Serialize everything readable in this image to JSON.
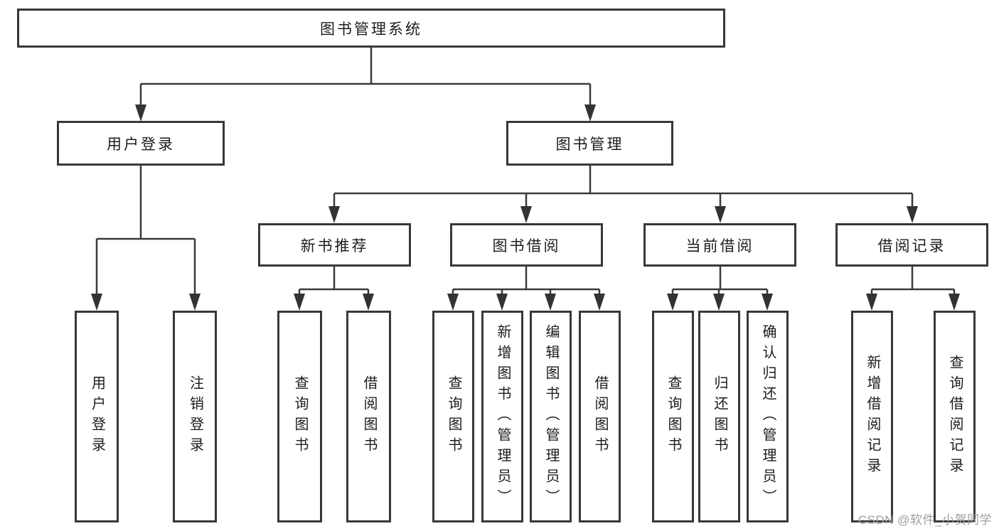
{
  "diagram": {
    "colors": {
      "line": "#3a3a3a",
      "border": "#383838",
      "text": "#1c1c1c",
      "watermark": "#9e9e9e",
      "background": "#ffffff"
    },
    "tree": {
      "label": "图书管理系统",
      "children": [
        {
          "label": "用户登录",
          "children": [
            {
              "label": "用户登录"
            },
            {
              "label": "注销登录"
            }
          ]
        },
        {
          "label": "图书管理",
          "children": [
            {
              "label": "新书推荐",
              "children": [
                {
                  "label": "查询图书"
                },
                {
                  "label": "借阅图书"
                }
              ]
            },
            {
              "label": "图书借阅",
              "children": [
                {
                  "label": "查询图书"
                },
                {
                  "label": "新增图书（管理员）"
                },
                {
                  "label": "编辑图书（管理员）"
                },
                {
                  "label": "借阅图书"
                }
              ]
            },
            {
              "label": "当前借阅",
              "children": [
                {
                  "label": "查询图书"
                },
                {
                  "label": "归还图书"
                },
                {
                  "label": "确认归还（管理员）"
                }
              ]
            },
            {
              "label": "借阅记录",
              "children": [
                {
                  "label": "新增借阅记录"
                },
                {
                  "label": "查询借阅记录"
                }
              ]
            }
          ]
        }
      ]
    },
    "watermark": {
      "text": "CSDN @软件_小贺同学"
    }
  }
}
